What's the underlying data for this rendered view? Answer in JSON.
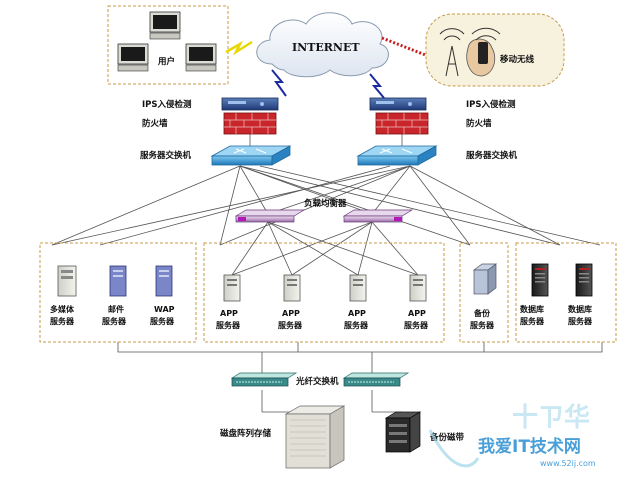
{
  "internet": {
    "label": "INTERNET"
  },
  "users": {
    "label": "用户"
  },
  "mobile": {
    "label": "移动无线"
  },
  "ips_left": {
    "label": "IPS入侵检测"
  },
  "ips_right": {
    "label": "IPS入侵检测"
  },
  "fw_left": {
    "label": "防火墙"
  },
  "fw_right": {
    "label": "防火墙"
  },
  "sw_left": {
    "label": "服务器交换机"
  },
  "sw_right": {
    "label": "服务器交换机"
  },
  "lb": {
    "label": "负载均衡器"
  },
  "servers_group1": [
    {
      "line1": "多媒体",
      "line2": "服务器"
    },
    {
      "line1": "邮件",
      "line2": "服务器"
    },
    {
      "line1": "WAP",
      "line2": "服务器"
    }
  ],
  "servers_app": [
    {
      "line1": "APP",
      "line2": "服务器"
    },
    {
      "line1": "APP",
      "line2": "服务器"
    },
    {
      "line1": "APP",
      "line2": "服务器"
    },
    {
      "line1": "APP",
      "line2": "服务器"
    }
  ],
  "backup_server": {
    "line1": "备份",
    "line2": "服务器"
  },
  "db_servers": [
    {
      "line1": "数据库",
      "line2": "服务器"
    },
    {
      "line1": "数据库",
      "line2": "服务器"
    }
  ],
  "fiber_switch": {
    "label": "光纤交换机"
  },
  "disk_array": {
    "label": "磁盘阵列存储"
  },
  "tape": {
    "label": "备份磁带"
  },
  "watermark": {
    "logo": "十ㄗ华",
    "site_cn": "我爱IT技术网",
    "site_url": "www.52ij.com"
  },
  "colors": {
    "firewall_red": "#c8262a",
    "switch_blue": "#3aa0d8",
    "dashed_border": "#c89a4a",
    "serial_red": "#c82020",
    "link_blue": "#1c2aa0"
  }
}
